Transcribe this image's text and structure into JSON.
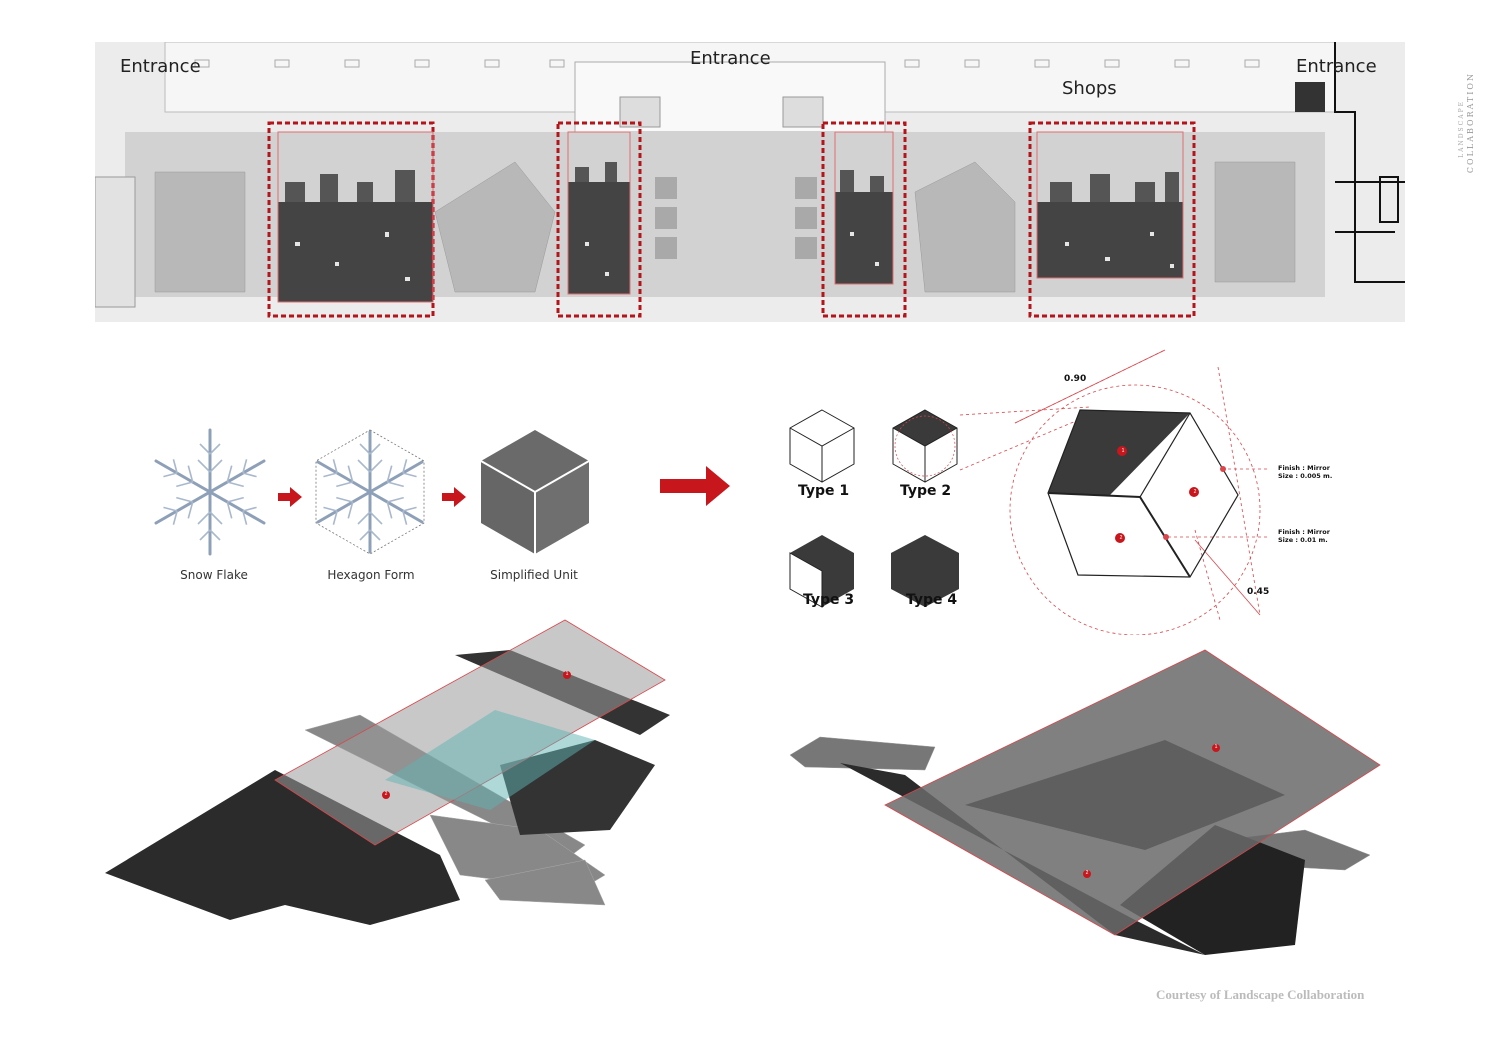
{
  "brand": {
    "line1": "LANDSCAPE",
    "line2": "COLLABORATION"
  },
  "plan": {
    "labels": {
      "entrance_left": "Entrance",
      "entrance_center": "Entrance",
      "shops": "Shops",
      "entrance_right": "Entrance"
    }
  },
  "process": {
    "step1": "Snow Flake",
    "step2": "Hexagon Form",
    "step3": "Simplified Unit"
  },
  "types": {
    "type1": "Type 1",
    "type2": "Type 2",
    "type3": "Type 3",
    "type4": "Type 4"
  },
  "detail": {
    "dim_top": "0.90",
    "dim_bottom": "0.45",
    "note1_line1": "Finish : Mirror",
    "note1_line2": "Size : 0.005 m.",
    "note2_line1": "Finish : Mirror",
    "note2_line2": "Size : 0.01 m.",
    "marker1": "1",
    "marker2": "2"
  },
  "axo": {
    "marker1": "1",
    "marker2": "2"
  },
  "credit": "Courtesy of Landscape Collaboration",
  "colors": {
    "accent": "#c8161d",
    "dark": "#3a3a3a",
    "plan_bg": "#e6e6e6"
  }
}
